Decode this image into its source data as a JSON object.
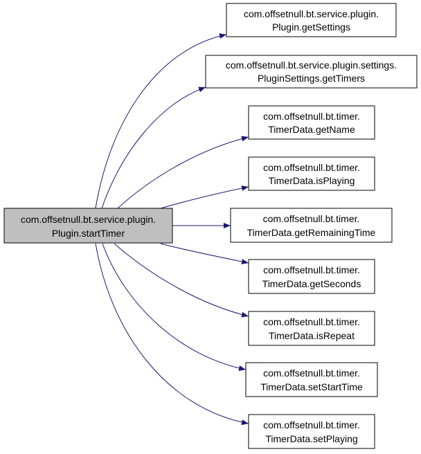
{
  "diagram": {
    "root": {
      "line1": "com.offsetnull.bt.service.plugin.",
      "line2": "Plugin.startTimer"
    },
    "callees": [
      {
        "line1": "com.offsetnull.bt.service.plugin.",
        "line2": "Plugin.getSettings"
      },
      {
        "line1": "com.offsetnull.bt.service.plugin.settings.",
        "line2": "PluginSettings.getTimers"
      },
      {
        "line1": "com.offsetnull.bt.timer.",
        "line2": "TimerData.getName"
      },
      {
        "line1": "com.offsetnull.bt.timer.",
        "line2": "TimerData.isPlaying"
      },
      {
        "line1": "com.offsetnull.bt.timer.",
        "line2": "TimerData.getRemainingTime"
      },
      {
        "line1": "com.offsetnull.bt.timer.",
        "line2": "TimerData.getSeconds"
      },
      {
        "line1": "com.offsetnull.bt.timer.",
        "line2": "TimerData.isRepeat"
      },
      {
        "line1": "com.offsetnull.bt.timer.",
        "line2": "TimerData.setStartTime"
      },
      {
        "line1": "com.offsetnull.bt.timer.",
        "line2": "TimerData.setPlaying"
      }
    ],
    "colors": {
      "root_fill": "#bfbfbf",
      "node_fill": "#ffffff",
      "border": "#000000",
      "edge": "#191970"
    }
  }
}
